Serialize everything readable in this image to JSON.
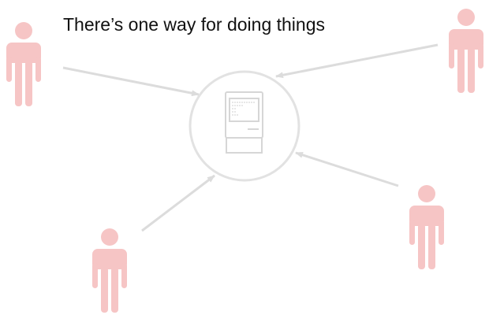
{
  "diagram": {
    "title": "There’s one way for doing things",
    "people": [
      {
        "id": "top-left"
      },
      {
        "id": "top-right"
      },
      {
        "id": "bottom-left"
      },
      {
        "id": "bottom-right"
      }
    ],
    "center_icon": "computer-icon",
    "person_icon": "person-icon",
    "colors": {
      "person": "#f6c5c5",
      "arrow": "#dcdcdc",
      "circle": "#e2e2e2",
      "computer": "#d6d6d6",
      "text": "#111111"
    }
  }
}
